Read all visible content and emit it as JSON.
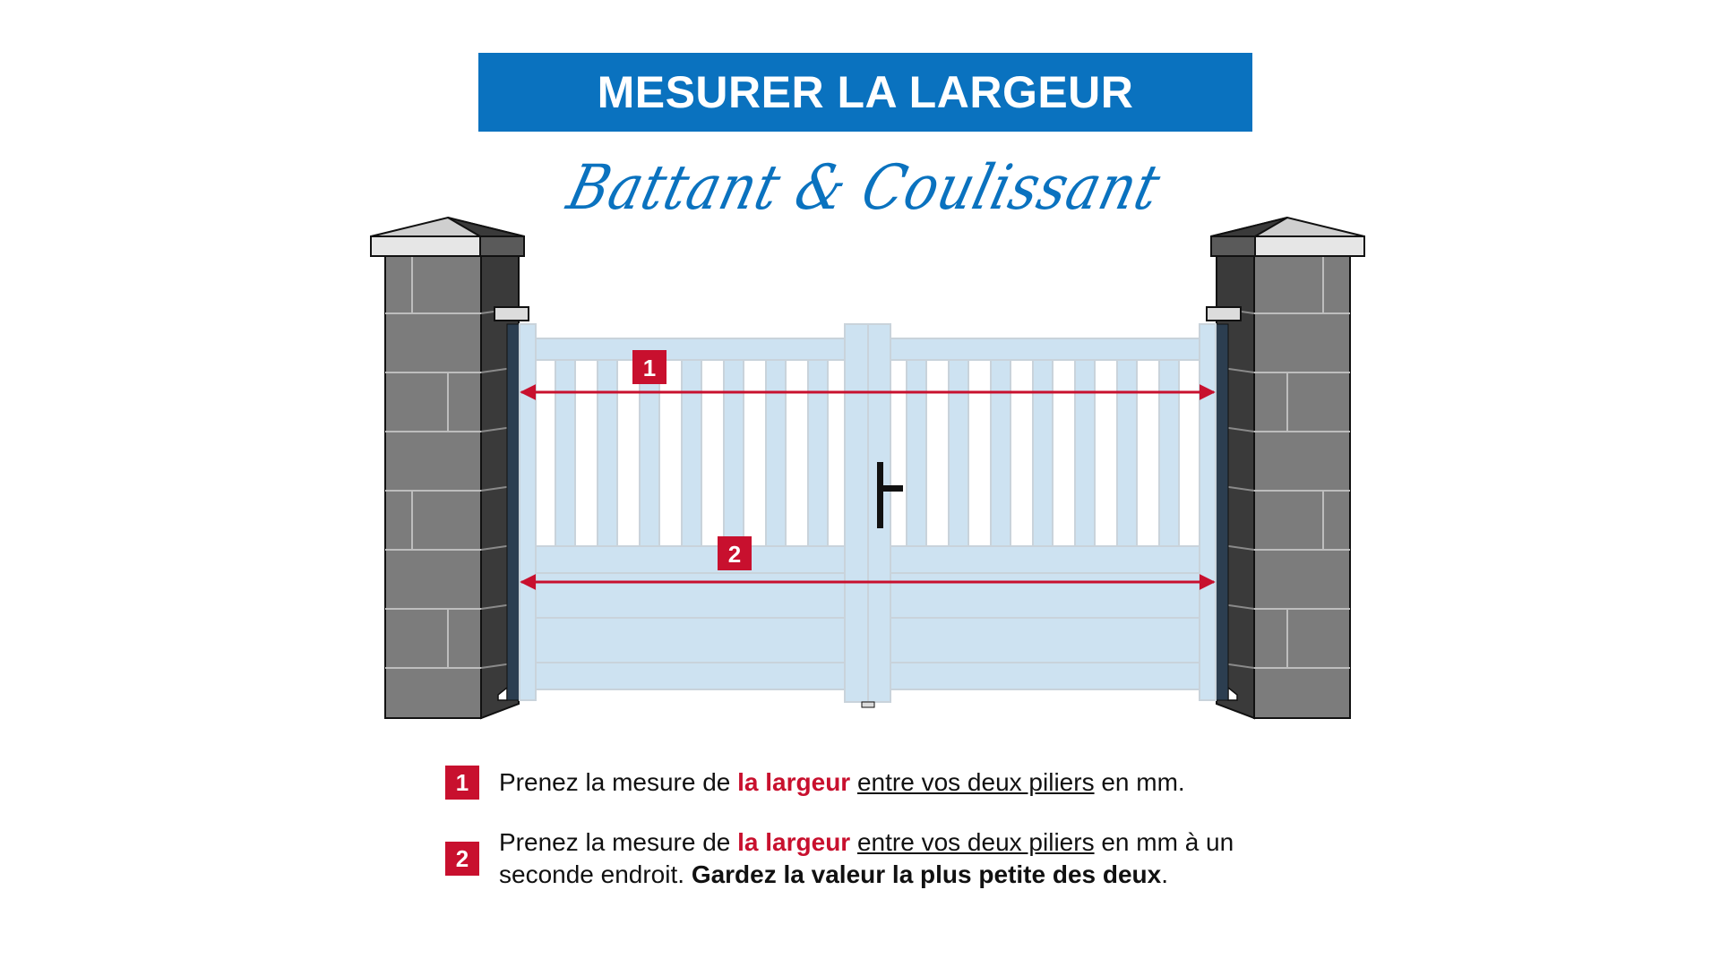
{
  "title": "MESURER LA LARGEUR",
  "subtitle": "Battant & Coulissant",
  "colors": {
    "banner": "#0a72bf",
    "accent_red": "#c8102e",
    "gate_fill": "#cde2f1",
    "pillar_light": "#7c7c7c",
    "pillar_dark": "#3a3a3a"
  },
  "diagram": {
    "markers": [
      {
        "number": "1"
      },
      {
        "number": "2"
      }
    ]
  },
  "instructions": [
    {
      "number": "1",
      "prefix": "Prenez la mesure de ",
      "highlight": "la largeur",
      "space": " ",
      "underlined": "entre vos deux piliers",
      "suffix": " en mm."
    },
    {
      "number": "2",
      "prefix": "Prenez la mesure de ",
      "highlight": "la largeur",
      "space": " ",
      "underlined": "entre vos deux piliers",
      "suffix": " en mm à un seconde endroit. ",
      "bold": "Gardez la valeur la plus petite des deux",
      "end": "."
    }
  ]
}
